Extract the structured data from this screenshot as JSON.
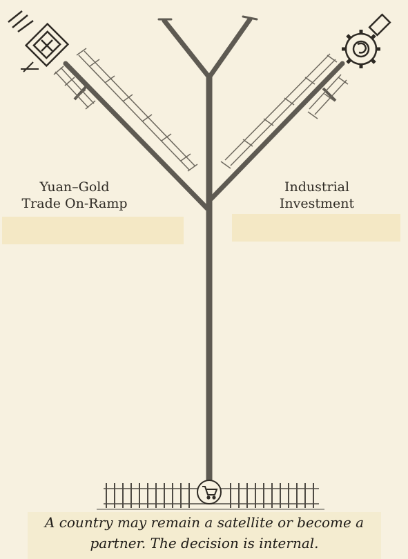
{
  "branches": {
    "left": {
      "line1": "Yuan–Gold",
      "line2": "Trade On-Ramp",
      "icon": "gate-building-icon"
    },
    "right": {
      "line1": "Industrial",
      "line2": "Investment",
      "icon": "gear-factory-icon"
    }
  },
  "caption": {
    "line1": "A country may remain a satellite or become a",
    "line2": "partner. The decision is internal."
  },
  "base_icon": "cart-icon",
  "colors": {
    "background": "#f7f1e0",
    "trunk": "#5e5a52",
    "label_box": "#f4e8c5",
    "text": "#2e2a24"
  }
}
